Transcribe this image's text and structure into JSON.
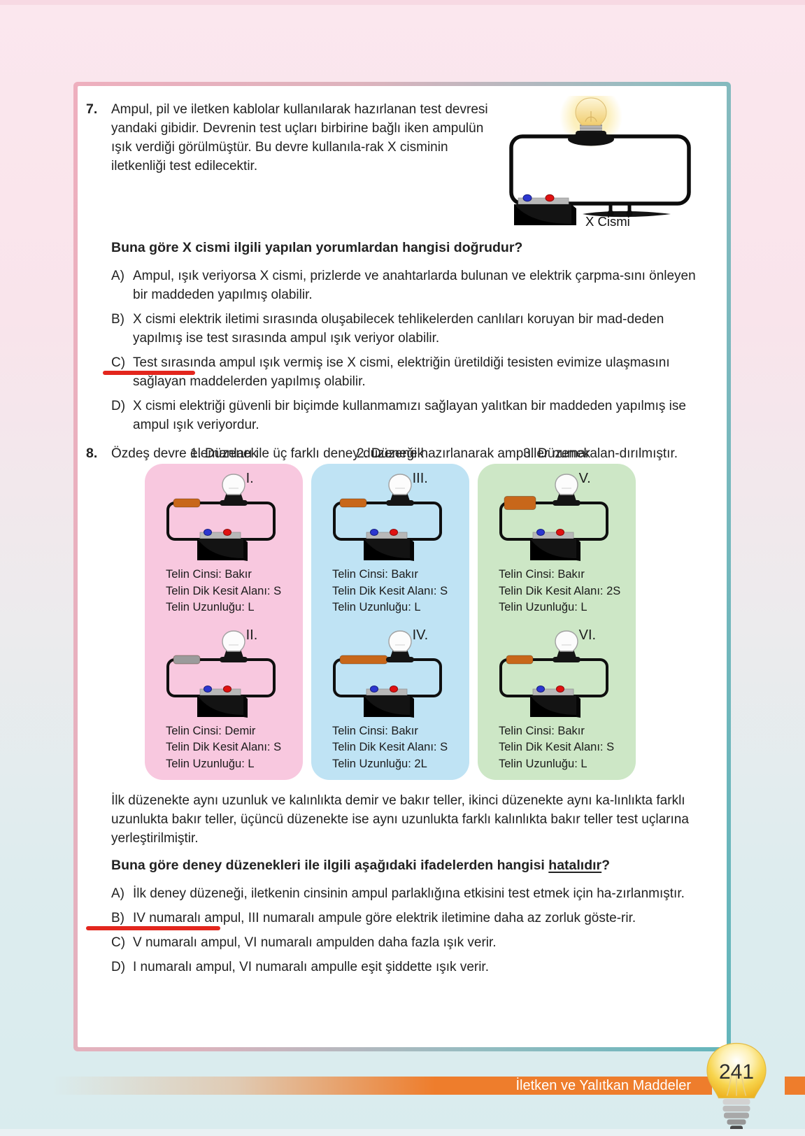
{
  "colors": {
    "copper_wire": "#c8671a",
    "iron_wire": "#9b9b9b",
    "accent_orange": "#ee7d2c",
    "answer_mark_red": "#e3261d",
    "frame_pink": "#eeafbe",
    "frame_teal": "#63b5bb",
    "setup_pink": "#f8c8df",
    "setup_blue": "#bfe3f4",
    "setup_green": "#cde7c6"
  },
  "q7": {
    "number": "7.",
    "intro": "Ampul, pil ve iletken kablolar kullanılarak hazırlanan test devresi yandaki gibidir. Devrenin test uçları birbirine bağlı iken ampulün ışık verdiği görülmüştür. Bu devre kullanıla-rak X cisminin iletkenliği test edilecektir.",
    "figure_label": "X Cismi",
    "circuit": {
      "type": "test",
      "lit": true
    },
    "question": "Buna göre X cismi ilgili yapılan yorumlardan hangisi doğrudur?",
    "options": [
      {
        "marker": "A)",
        "text": "Ampul, ışık veriyorsa X cismi, prizlerde ve anahtarlarda bulunan ve elektrik çarpma-sını önleyen bir maddeden yapılmış olabilir."
      },
      {
        "marker": "B)",
        "text": "X cismi elektrik iletimi sırasında oluşabilecek tehlikelerden canlıları koruyan bir mad-deden yapılmış ise test sırasında ampul ışık veriyor olabilir."
      },
      {
        "marker": "C)",
        "text": "Test sırasında ampul ışık vermiş ise X cismi, elektriğin üretildiği tesisten evimize ulaşmasını sağlayan maddelerden yapılmış olabilir."
      },
      {
        "marker": "D)",
        "text": "X cismi elektriği güvenli bir biçimde kullanmamızı sağlayan yalıtkan bir maddeden yapılmış ise ampul ışık veriyordur."
      }
    ]
  },
  "q8": {
    "number": "8.",
    "intro": "Özdeş devre elemanları ile üç farklı deney düzeneği hazırlanarak ampuller numaralan-dırılmıştır.",
    "setups": [
      {
        "title": "1. Düzenek",
        "color": "#f8c8df",
        "circuits": [
          {
            "numeral": "I.",
            "wire": "copper",
            "size": "normal",
            "labels": [
              "Telin Cinsi: Bakır",
              "Telin Dik Kesit Alanı: S",
              "Telin Uzunluğu: L"
            ]
          },
          {
            "numeral": "II.",
            "wire": "iron",
            "size": "normal",
            "labels": [
              "Telin Cinsi: Demir",
              "Telin Dik Kesit Alanı: S",
              "Telin Uzunluğu: L"
            ]
          }
        ]
      },
      {
        "title": "2. Düzenek",
        "color": "#bfe3f4",
        "circuits": [
          {
            "numeral": "III.",
            "wire": "copper",
            "size": "normal",
            "labels": [
              "Telin Cinsi: Bakır",
              "Telin Dik Kesit Alanı: S",
              "Telin Uzunluğu: L"
            ]
          },
          {
            "numeral": "IV.",
            "wire": "copper",
            "size": "long",
            "labels": [
              "Telin Cinsi: Bakır",
              "Telin Dik Kesit Alanı: S",
              "Telin Uzunluğu: 2L"
            ]
          }
        ]
      },
      {
        "title": "3. Düzenek",
        "color": "#cde7c6",
        "circuits": [
          {
            "numeral": "V.",
            "wire": "copper",
            "size": "thick",
            "labels": [
              "Telin Cinsi: Bakır",
              "Telin Dik Kesit Alanı: 2S",
              "Telin Uzunluğu: L"
            ]
          },
          {
            "numeral": "VI.",
            "wire": "copper",
            "size": "normal",
            "labels": [
              "Telin Cinsi: Bakır",
              "Telin Dik Kesit Alanı: S",
              "Telin Uzunluğu: L"
            ]
          }
        ]
      }
    ],
    "paragraph": "İlk düzenekte aynı uzunluk ve kalınlıkta demir ve bakır teller, ikinci düzenekte aynı ka-lınlıkta farklı uzunlukta bakır teller, üçüncü düzenekte ise aynı uzunlukta farklı kalınlıkta bakır teller test uçlarına yerleştirilmiştir.",
    "question_prefix": "Buna göre deney düzenekleri ile ilgili aşağıdaki ifadelerden hangisi ",
    "question_underlined": "hatalıdır",
    "question_suffix": "?",
    "options": [
      {
        "marker": "A)",
        "text": "İlk deney düzeneği, iletkenin cinsinin ampul parlaklığına etkisini test etmek için ha-zırlanmıştır."
      },
      {
        "marker": "B)",
        "text": "IV numaralı ampul, III numaralı ampule göre elektrik iletimine daha az zorluk göste-rir."
      },
      {
        "marker": "C)",
        "text": "V numaralı ampul, VI numaralı ampulden daha fazla ışık verir."
      },
      {
        "marker": "D)",
        "text": "I numaralı ampul, VI numaralı ampulle eşit şiddette ışık verir."
      }
    ]
  },
  "footer": {
    "chapter": "İletken ve Yalıtkan Maddeler",
    "page_number": "241"
  }
}
